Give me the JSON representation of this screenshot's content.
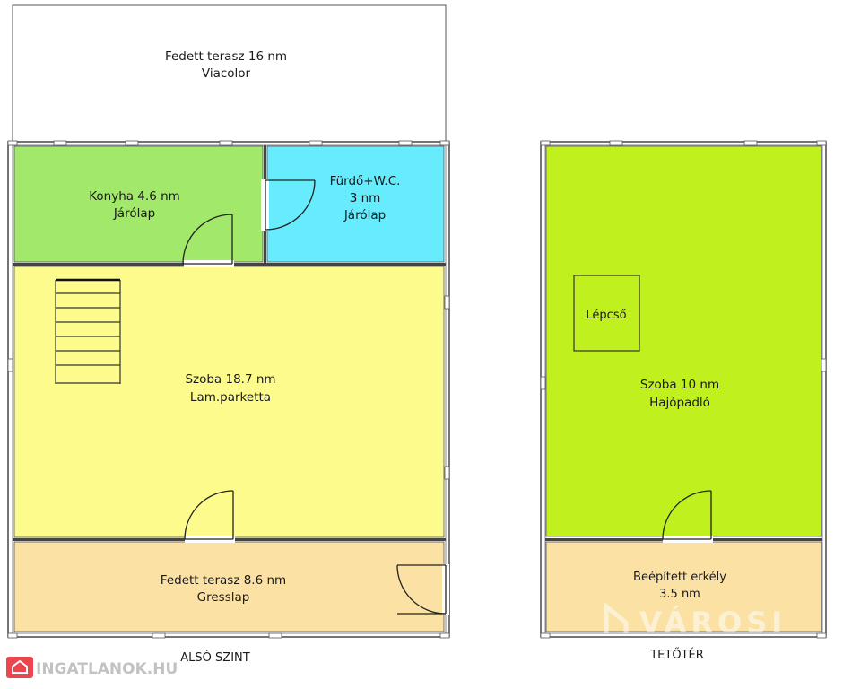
{
  "colors": {
    "konyha": "#a2e86a",
    "furdo": "#66ecfc",
    "szoba_also": "#fcfb8c",
    "terasz_also": "#fbe1a3",
    "szoba_teto": "#c1f01f",
    "erkely": "#fbe1a3",
    "wall": "#3a3a3a",
    "watermark_red": "#e8252e"
  },
  "rooms": {
    "fedett_terasz_felso": {
      "line1": "Fedett terasz 16 nm",
      "line2": "Viacolor"
    },
    "konyha": {
      "line1": "Konyha 4.6 nm",
      "line2": "Járólap"
    },
    "furdo": {
      "line1": "Fürdő+W.C.",
      "line2": "3 nm",
      "line3": "Járólap"
    },
    "szoba_also": {
      "line1": "Szoba 18.7 nm",
      "line2": "Lam.parketta"
    },
    "fedett_terasz_also": {
      "line1": "Fedett terasz 8.6 nm",
      "line2": "Gresslap"
    },
    "lepcso": {
      "label": "Lépcső"
    },
    "szoba_teto": {
      "line1": "Szoba 10 nm",
      "line2": "Hajópadló"
    },
    "erkely": {
      "line1": "Beépített erkély",
      "line2": "3.5 nm"
    }
  },
  "levels": {
    "also": "ALSÓ SZINT",
    "teto": "TETŐTÉR"
  },
  "watermarks": {
    "ingatlanok": "INGATLANOK.HU",
    "varosi": "VÁROSI"
  },
  "icons": {
    "ingatlanok_logo": "house-icon",
    "varosi_logo": "house-roof-icon"
  }
}
